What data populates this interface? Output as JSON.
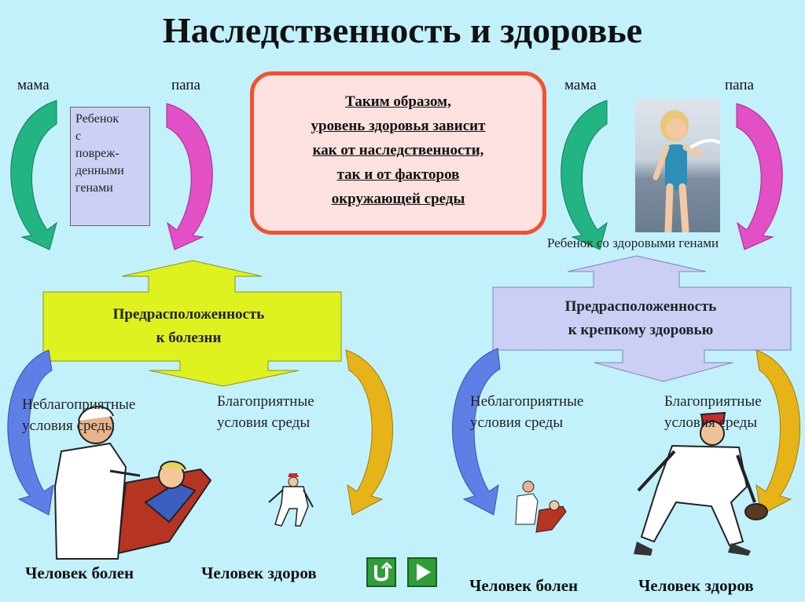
{
  "title": "Наследственность и здоровье",
  "left": {
    "mother": "мама",
    "father": "папа",
    "child_lines": [
      "Ребенок",
      "с",
      "повреж-",
      "денными",
      "генами"
    ],
    "predisposition_lines": [
      "Предрасположенность",
      "к болезни"
    ],
    "unfavorable_lines": [
      "Неблагоприятные",
      "условия среды"
    ],
    "favorable_lines": [
      "Благоприятные",
      "условия среды"
    ],
    "outcome_sick": "Человек болен",
    "outcome_healthy": "Человек здоров"
  },
  "center": {
    "conclusion_lines": [
      "Таким образом,",
      "уровень здоровья зависит",
      "как от наследственности,",
      "так и от факторов",
      "окружающей среды"
    ]
  },
  "right": {
    "mother": "мама",
    "father": "папа",
    "child_caption": "Ребенок со здоровыми генами",
    "predisposition_lines": [
      "Предрасположенность",
      "к крепкому здоровью"
    ],
    "unfavorable_lines": [
      "Неблагоприятные",
      "условия среды"
    ],
    "favorable_lines": [
      "Благоприятные",
      "условия среды"
    ],
    "outcome_sick": "Человек болен",
    "outcome_healthy": "Человек здоров"
  },
  "colors": {
    "background": "#c2f1fb",
    "mother_arrow": "#22b583",
    "father_arrow": "#e34fc4",
    "predisposition_left": "#dff21f",
    "predisposition_right": "#cbcff5",
    "env_arrow_left": "#5f7ee6",
    "env_arrow_right": "#e6b418",
    "conclusion_border": "#f25030",
    "conclusion_fill": "#fde0e0",
    "nav_button": "#2f9e3a"
  },
  "icons": {
    "return": "return-icon",
    "next": "play-next-icon"
  }
}
